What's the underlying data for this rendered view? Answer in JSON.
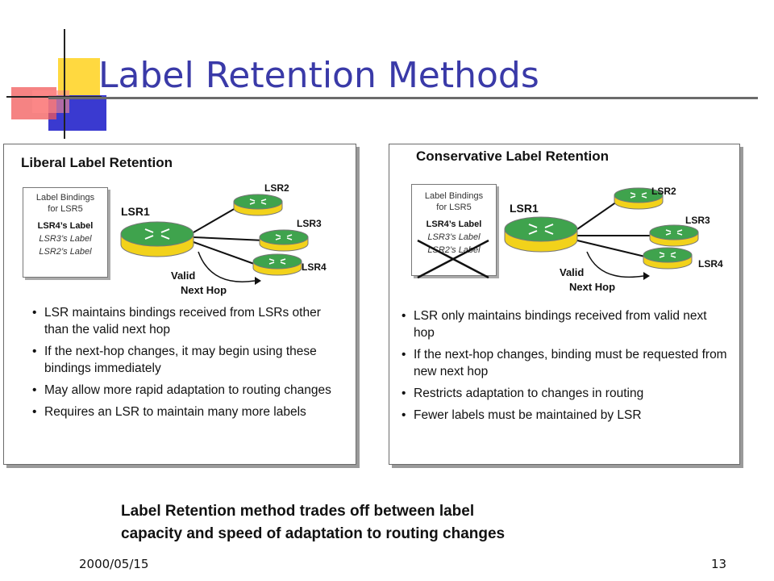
{
  "slide": {
    "title": "Label Retention Methods",
    "date": "2000/05/15",
    "page_number": "13",
    "summary_line1": "Label Retention method trades off between label",
    "summary_line2": "capacity and speed of adaptation to routing changes"
  },
  "liberal": {
    "title": "Liberal Label Retention",
    "bindings_header_1": "Label Bindings",
    "bindings_header_2": "for LSR5",
    "own_label": "LSR4’s Label",
    "label_a": "LSR3’s Label",
    "label_b": "LSR2’s Label",
    "router_main": "LSR1",
    "router_2": "LSR2",
    "router_3": "LSR3",
    "router_4": "LSR4",
    "valid": "Valid",
    "next_hop": "Next Hop",
    "bullets": [
      "LSR maintains bindings received from LSRs other than the valid next hop",
      "If the next-hop changes, it may begin using these bindings immediately",
      "May allow more rapid adaptation to routing changes",
      "Requires an LSR to maintain many more labels"
    ]
  },
  "conservative": {
    "title": "Conservative Label Retention",
    "bindings_header_1": "Label Bindings",
    "bindings_header_2": "for LSR5",
    "own_label": "LSR4’s Label",
    "label_a": "LSR3’s Label",
    "label_b": "LSR2’s Label",
    "router_main": "LSR1",
    "router_2": "LSR2",
    "router_3": "LSR3",
    "router_4": "LSR4",
    "valid": "Valid",
    "next_hop": "Next Hop",
    "bullets": [
      "LSR only maintains bindings received from valid next hop",
      "If the next-hop changes, binding must be requested from new next hop",
      "Restricts adaptation to changes in routing",
      "Fewer labels must be maintained by LSR"
    ]
  },
  "colors": {
    "title": "#3a3aa8",
    "router_top": "#3fa34d",
    "router_side": "#f2d21b",
    "deco_yellow": "#ffd21e",
    "deco_red": "#f25a5a",
    "deco_blue": "#3a3ad0"
  },
  "icons": {
    "router": "router-icon",
    "strike": "x-cross-icon"
  }
}
